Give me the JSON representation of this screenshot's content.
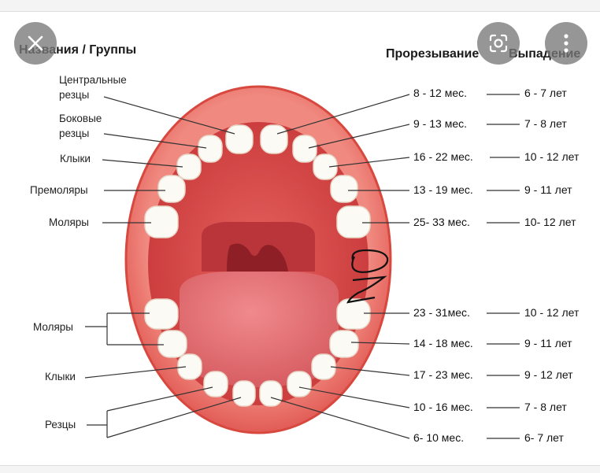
{
  "header": {
    "left_title": "Названия / Группы",
    "col_eruption": "Прорезывание",
    "col_loss": "Выпадение"
  },
  "upper_labels": {
    "central_1": "Центральные",
    "central_2": "резцы",
    "lateral_1": "Боковые",
    "lateral_2": "резцы",
    "canines": "Клыки",
    "premolars": "Премоляры",
    "molars": "Моляры"
  },
  "lower_labels": {
    "molars": "Моляры",
    "canines": "Клыки",
    "incisors": "Резцы"
  },
  "rows": [
    {
      "eruption": "8 - 12 мес.",
      "loss": "6 - 7 лет"
    },
    {
      "eruption": "9 - 13 мес.",
      "loss": "7 - 8 лет"
    },
    {
      "eruption": "16 - 22 мес.",
      "loss": "10 - 12 лет"
    },
    {
      "eruption": "13 - 19 мес.",
      "loss": "9 - 11 лет"
    },
    {
      "eruption": "25- 33 мес.",
      "loss": "10- 12 лет"
    },
    {
      "eruption": "23 - 31мес.",
      "loss": "10 - 12 лет"
    },
    {
      "eruption": "14 - 18 мес.",
      "loss": "9 - 11 лет"
    },
    {
      "eruption": "17 - 23 мес.",
      "loss": "9 - 12 лет"
    },
    {
      "eruption": "10 - 16 мес.",
      "loss": "7 - 8 лет"
    },
    {
      "eruption": "6- 10 мес.",
      "loss": "6- 7 лет"
    }
  ],
  "overlay_buttons": {
    "close": "close-icon",
    "lens": "lens-icon",
    "more": "more-vertical-icon"
  },
  "colors": {
    "lips": "#e25a55",
    "mouth_dark": "#c8383a",
    "tongue": "#e9777a",
    "teeth": "#fbfaf4",
    "overlay": "#6f6f6f"
  }
}
